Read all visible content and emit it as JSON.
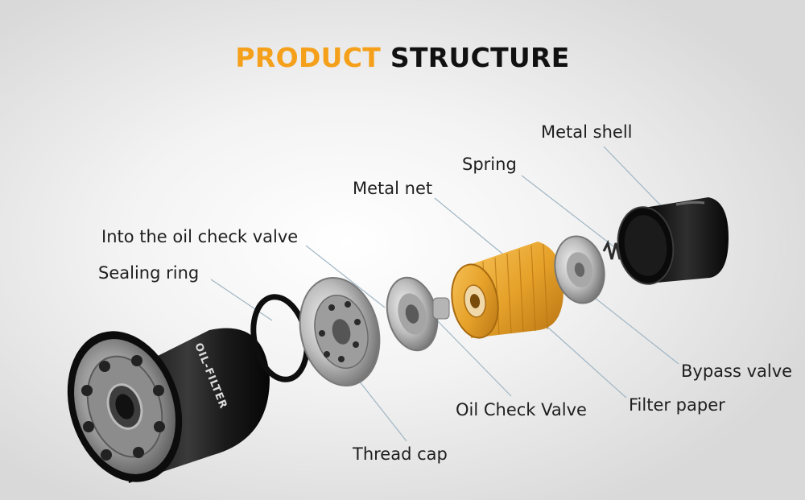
{
  "title": {
    "accent": "PRODUCT",
    "main": "STRUCTURE"
  },
  "colors": {
    "accent": "#f5a01a",
    "text": "#1e1e1e",
    "leader": "#9fb6c4",
    "filter_element": "#e6a22a",
    "shell": "#111111"
  },
  "parts": {
    "metal_shell": "Metal shell",
    "spring": "Spring",
    "metal_net": "Metal net",
    "into_oil_check_valve": "Into the oil check valve",
    "sealing_ring": "Sealing ring",
    "bypass_valve": "Bypass valve",
    "filter_paper": "Filter paper",
    "oil_check_valve": "Oil Check Valve",
    "thread_cap": "Thread cap"
  },
  "body_print": "OIL-FILTER"
}
